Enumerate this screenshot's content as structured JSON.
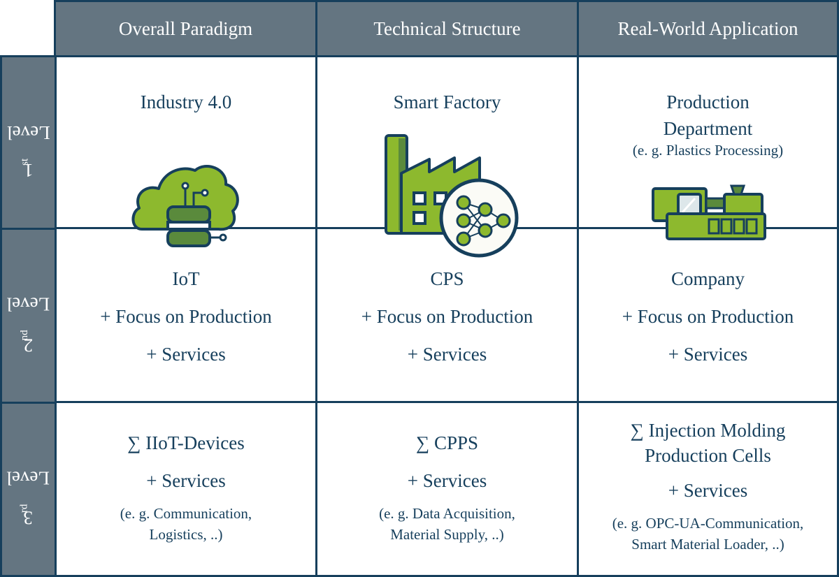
{
  "columns": [
    {
      "label": "Overall Paradigm"
    },
    {
      "label": "Technical Structure"
    },
    {
      "label": "Real-World Application"
    }
  ],
  "rows": [
    {
      "ordinal": "1",
      "suffix": "st",
      "label": "Level"
    },
    {
      "ordinal": "2",
      "suffix": "nd",
      "label": "Level"
    },
    {
      "ordinal": "3",
      "suffix": "rd",
      "label": "Level"
    }
  ],
  "level1": {
    "paradigm": {
      "title": "Industry 4.0",
      "icon": "cloud-database-icon"
    },
    "structure": {
      "title": "Smart Factory",
      "icon": "factory-neural-network-icon"
    },
    "application": {
      "title_line1": "Production",
      "title_line2": "Department",
      "example": "(e. g. Plastics Processing)",
      "icon": "injection-molding-machine-icon"
    }
  },
  "level2": {
    "paradigm": {
      "title": "IoT",
      "line2": "+ Focus on Production",
      "line3": "+ Services"
    },
    "structure": {
      "title": "CPS",
      "line2": "+ Focus on Production",
      "line3": "+ Services"
    },
    "application": {
      "title": "Company",
      "line2": "+ Focus on Production",
      "line3": "+ Services"
    }
  },
  "level3": {
    "paradigm": {
      "title": "∑ IIoT-Devices",
      "line2": "+ Services",
      "example1": "(e. g. Communication,",
      "example2": "Logistics, ..)"
    },
    "structure": {
      "title": "∑ CPPS",
      "line2": "+ Services",
      "example1": "(e. g. Data Acquisition,",
      "example2": "Material Supply, ..)"
    },
    "application": {
      "title1": "∑ Injection Molding",
      "title2": "Production Cells",
      "line2": "+ Services",
      "example1": "(e. g. OPC-UA-Communication,",
      "example2": "Smart Material Loader, ..)"
    }
  },
  "colors": {
    "header_bg": "#647581",
    "border": "#163f5c",
    "green_light": "#8db92e",
    "green_dark": "#5a8a3c"
  }
}
